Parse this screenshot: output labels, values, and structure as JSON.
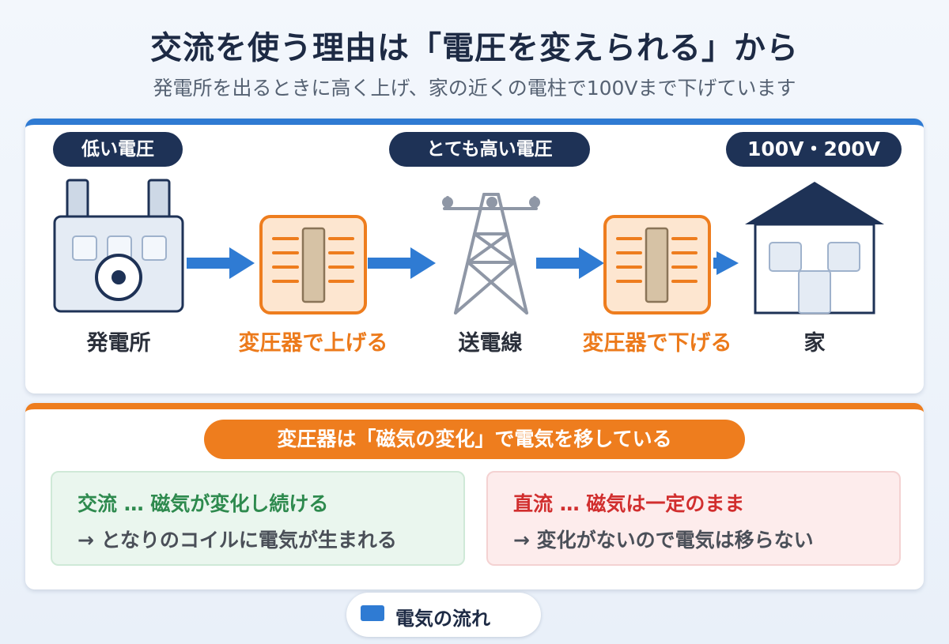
{
  "title": "交流を使う理由は「電圧を変えられる」から",
  "subtitle": "発電所を出るときに高く上げ、家の近くの電柱で100Vまで下げています",
  "flow": {
    "voltage_low": "低い電圧",
    "voltage_high": "とても高い電圧",
    "voltage_home": "100V・200V",
    "stages": [
      "発電所",
      "変圧器で上げる",
      "送電線",
      "変圧器で下げる",
      "家"
    ]
  },
  "principle": {
    "banner": "変圧器は「磁気の変化」で電気を移している",
    "ac": {
      "heading": "交流 … 磁気が変化し続ける",
      "detail": "→ となりのコイルに電気が生まれる"
    },
    "dc": {
      "heading": "直流 … 磁気は一定のまま",
      "detail": "→ 変化がないので電気は移らない"
    }
  },
  "legend": {
    "label": "電気の流れ"
  },
  "colors": {
    "flow_blue": "#2f7bd3",
    "accent_orange": "#ee7d1e",
    "navy": "#1e3256",
    "ok_green": "#2e8a4e",
    "ng_red": "#d12e2e"
  },
  "icons": [
    "power-plant-icon",
    "transformer-icon",
    "transmission-tower-icon",
    "house-icon",
    "check-icon",
    "cross-icon"
  ]
}
